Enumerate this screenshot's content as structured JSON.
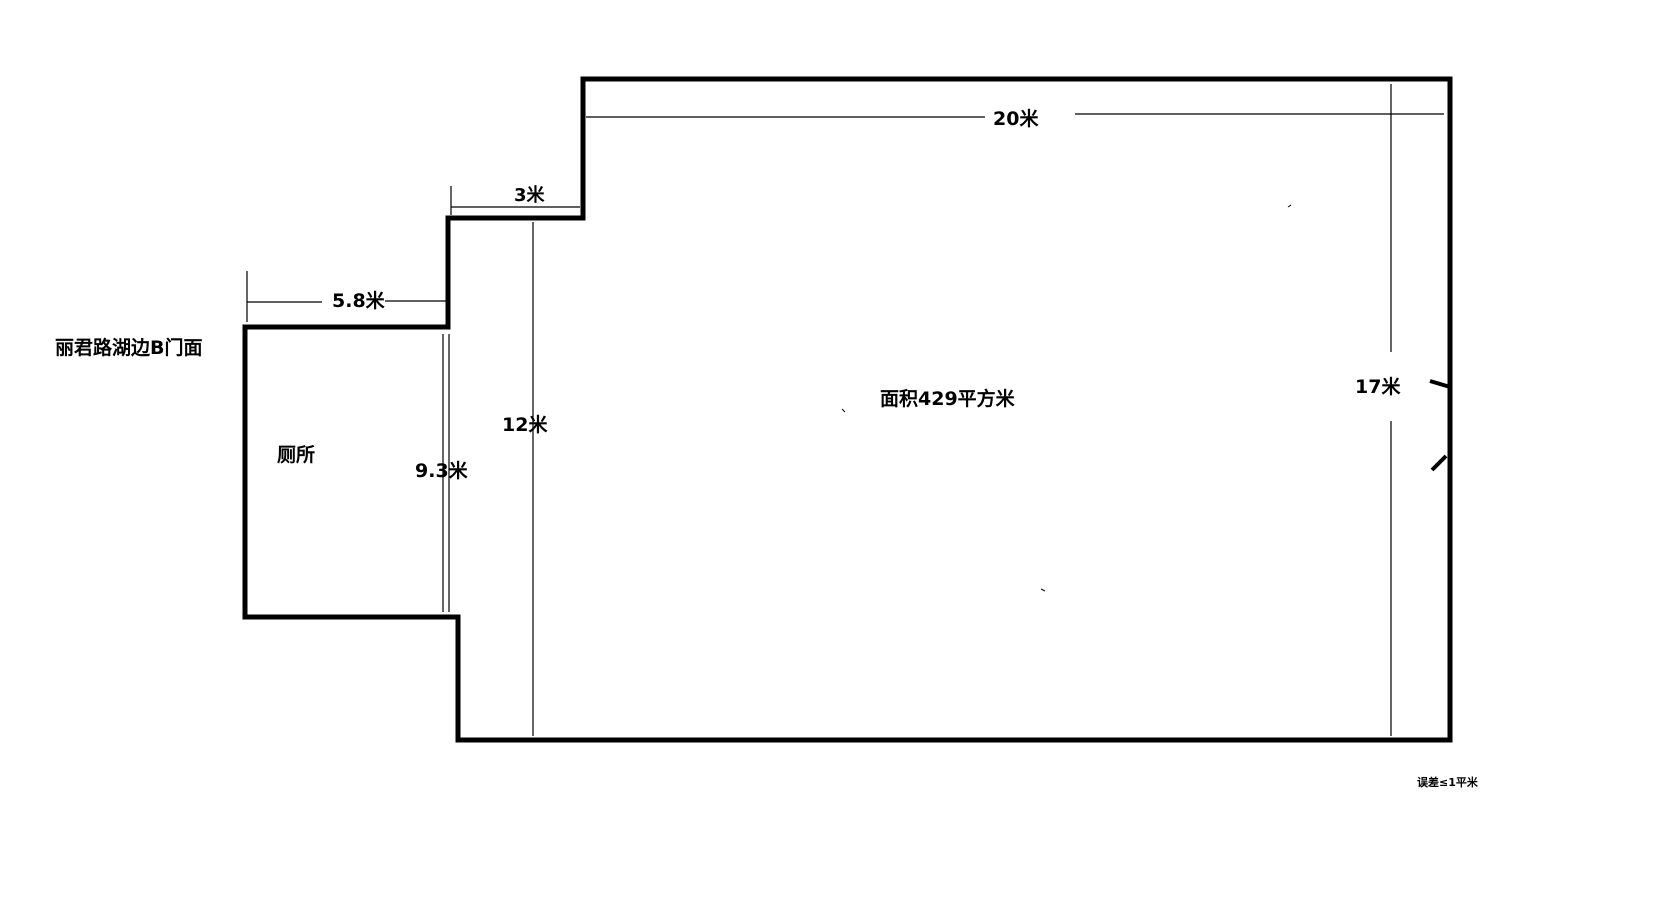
{
  "title": "丽君路湖边B门面",
  "rooms": {
    "toilet_label": "厕所",
    "area_label": "面积429平方米"
  },
  "dimensions": {
    "top_width": "20米",
    "step_width": "3米",
    "left_step_width": "5.8米",
    "toilet_height": "9.3米",
    "mid_height": "12米",
    "right_height": "17米"
  },
  "note": "误差≤1平米",
  "colors": {
    "wall": "#000000",
    "background": "#ffffff"
  }
}
